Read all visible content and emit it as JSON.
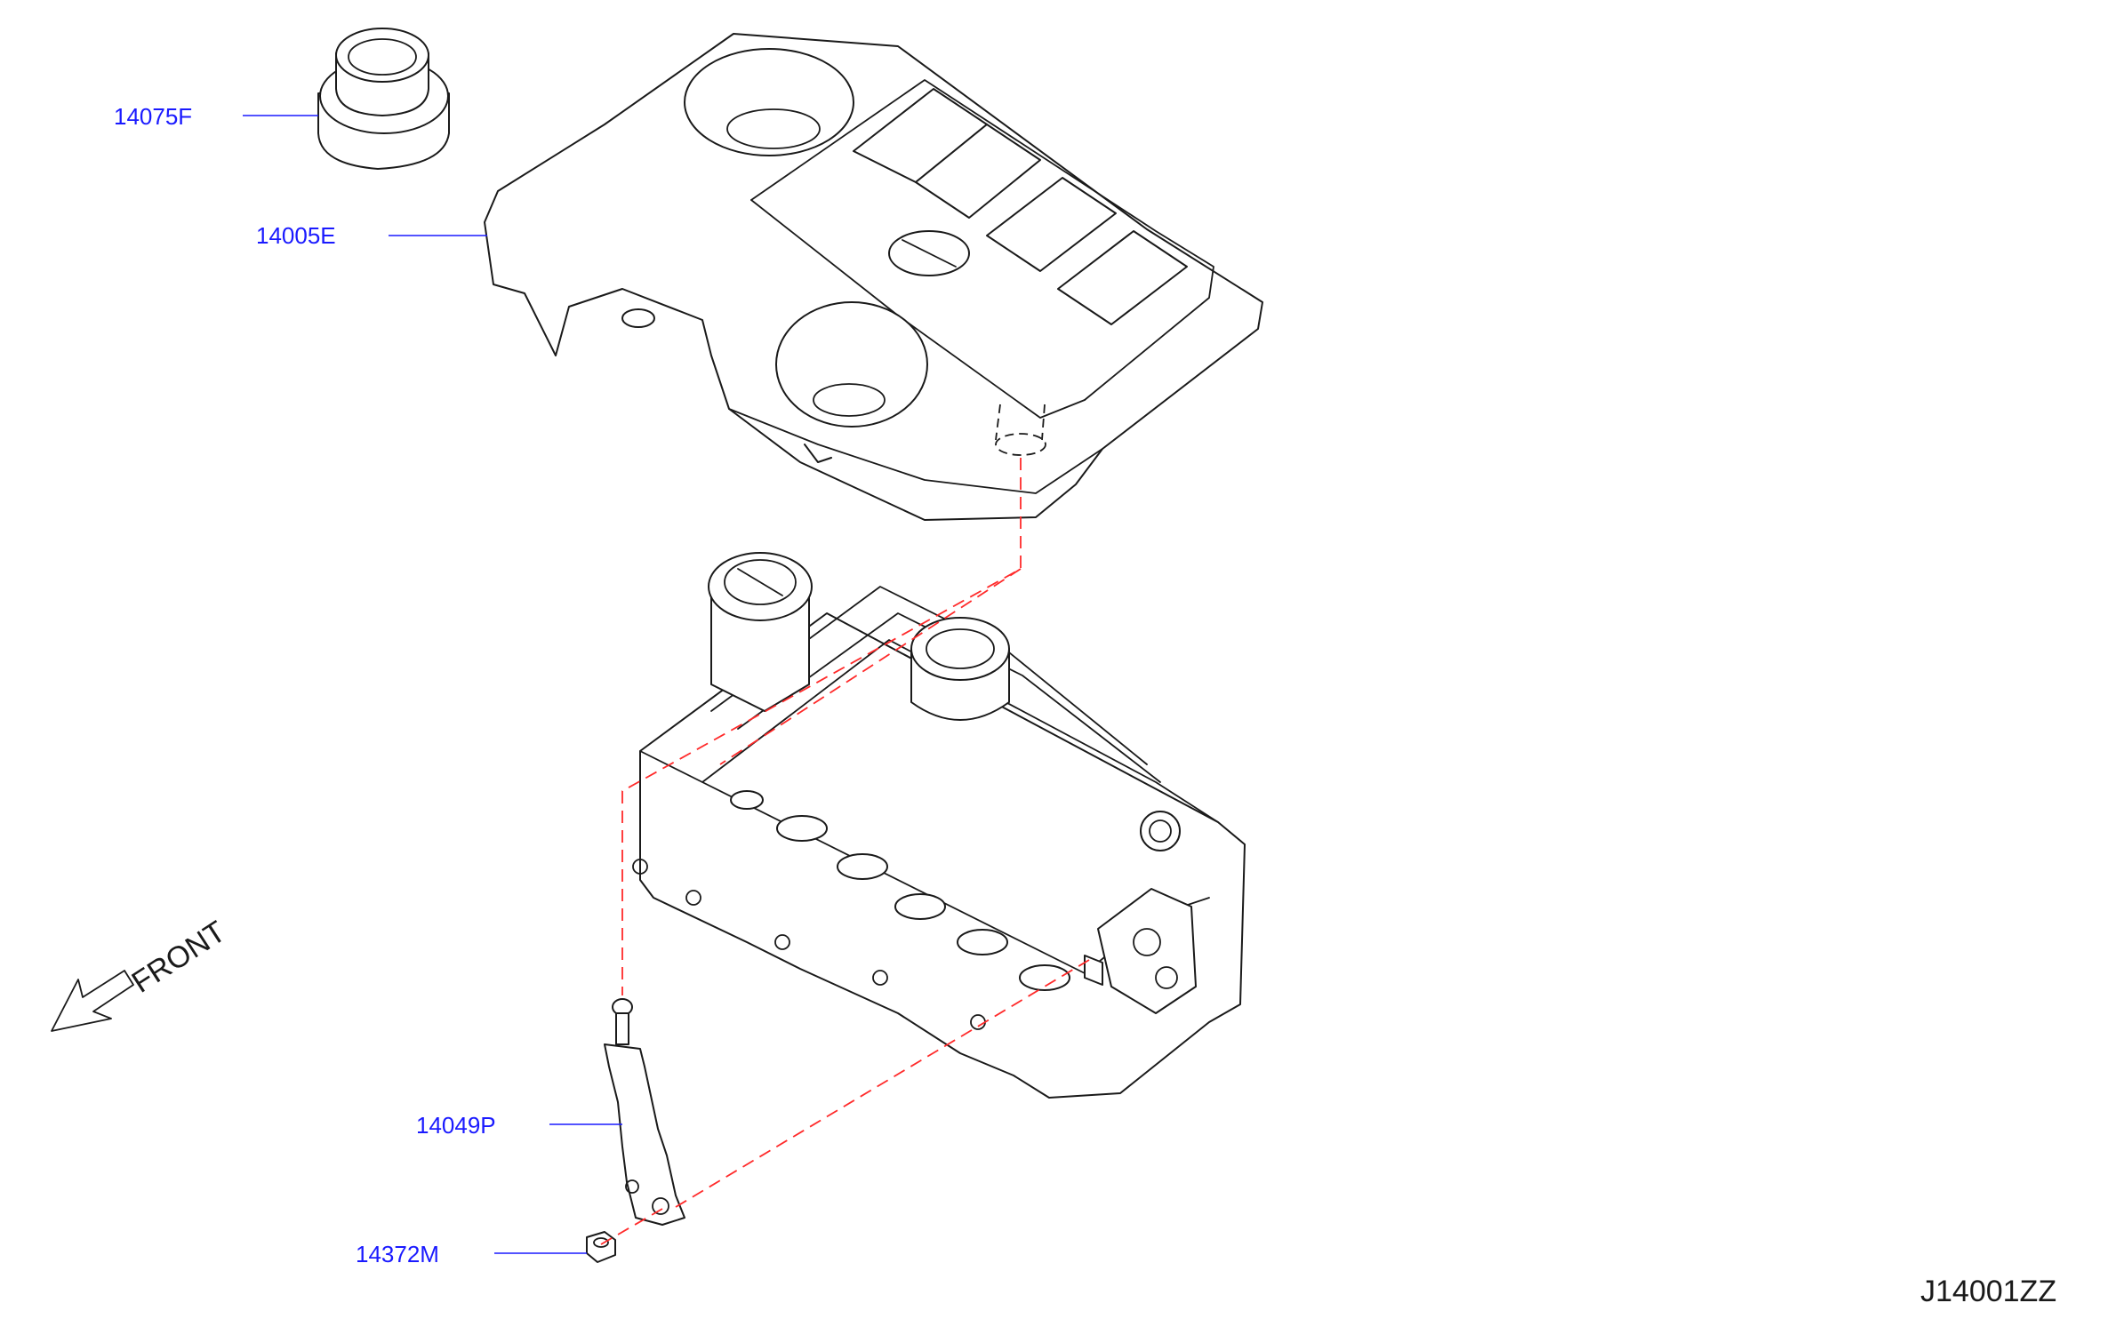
{
  "parts": [
    {
      "id": "p1",
      "label": "14075F"
    },
    {
      "id": "p2",
      "label": "14005E"
    },
    {
      "id": "p3",
      "label": "14049P"
    },
    {
      "id": "p4",
      "label": "14372M"
    }
  ],
  "front_label": "FRONT",
  "diagram_code": "J14001ZZ",
  "colors": {
    "label": "#1a1aff",
    "outline": "#1a1a1a",
    "dashed_guide": "#ff2a2a"
  },
  "icons": [
    "front-direction-arrow-icon"
  ]
}
